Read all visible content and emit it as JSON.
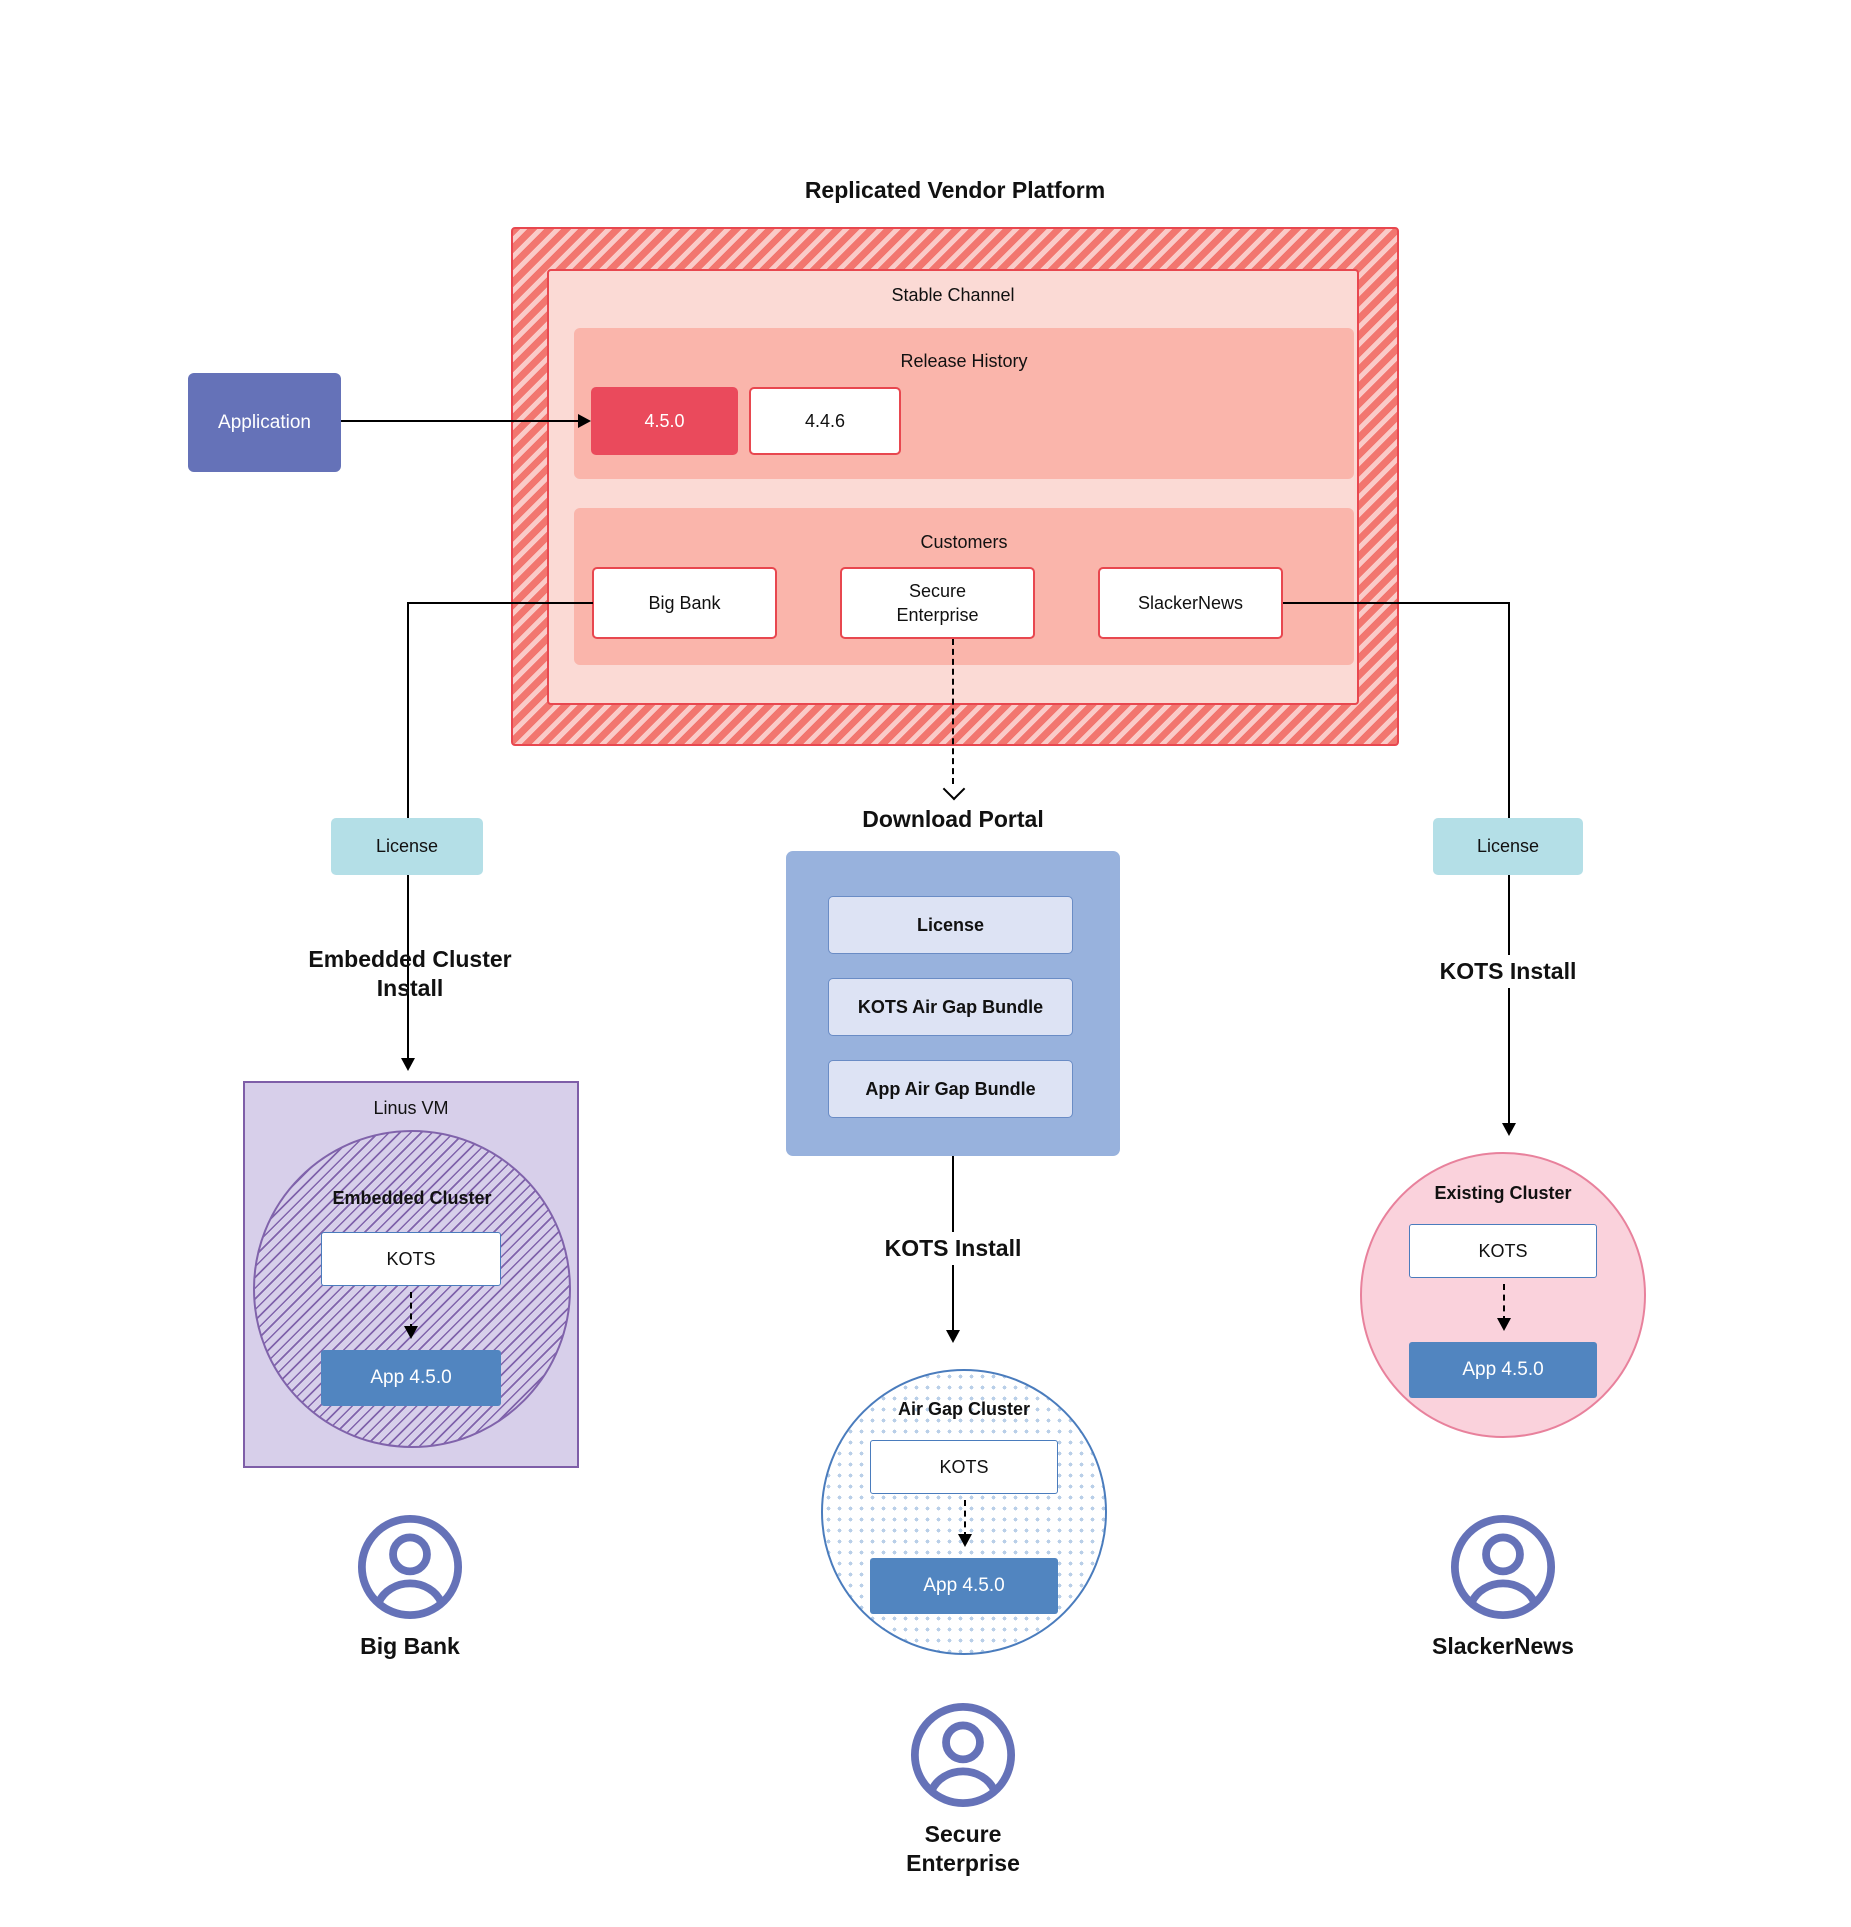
{
  "diagram": {
    "title": "Replicated Vendor Platform",
    "platform": {
      "channel_label": "Stable Channel",
      "release_history": {
        "label": "Release History",
        "releases": [
          {
            "version": "4.5.0",
            "current": true
          },
          {
            "version": "4.4.6",
            "current": false
          }
        ]
      },
      "customers": {
        "label": "Customers",
        "items": [
          {
            "name": "Big Bank"
          },
          {
            "name": "Secure\nEnterprise"
          },
          {
            "name": "SlackerNews"
          }
        ]
      }
    },
    "source": {
      "application_label": "Application"
    },
    "download_portal": {
      "title": "Download  Portal",
      "items": [
        {
          "label": "License"
        },
        {
          "label": "KOTS Air Gap Bundle"
        },
        {
          "label": "App Air Gap Bundle"
        }
      ]
    },
    "paths": {
      "left": {
        "license_label": "License",
        "install_label": "Embedded Cluster\nInstall",
        "host_label": "Linus VM",
        "cluster_label": "Embedded Cluster",
        "kots_label": "KOTS",
        "app_label": "App 4.5.0",
        "customer_label": "Big Bank"
      },
      "middle": {
        "install_label": "KOTS Install",
        "cluster_label": "Air Gap Cluster",
        "kots_label": "KOTS",
        "app_label": "App 4.5.0",
        "customer_label": "Secure\nEnterprise"
      },
      "right": {
        "license_label": "License",
        "install_label": "KOTS Install",
        "cluster_label": "Existing Cluster",
        "kots_label": "KOTS",
        "app_label": "App 4.5.0",
        "customer_label": "SlackerNews"
      }
    },
    "icons": {
      "avatar": "user-avatar-icon"
    },
    "colors": {
      "platform_hatch": "#f2766f",
      "platform_border": "#e8474f",
      "channel_fill": "#fbdad5",
      "panel_fill": "#fab5ab",
      "current_release": "#ea4a5c",
      "application_fill": "#6572b8",
      "license_fill": "#b4dfe7",
      "portal_fill": "#98b2dd",
      "portal_item_fill": "#dde3f4",
      "vm_fill": "#d7cfea",
      "vm_border": "#7e5ea8",
      "airgap_border": "#4a7cbd",
      "existing_fill": "#fad2dc",
      "existing_border": "#e8819c",
      "app_version_fill": "#5185c0",
      "avatar_color": "#6572b8"
    }
  }
}
